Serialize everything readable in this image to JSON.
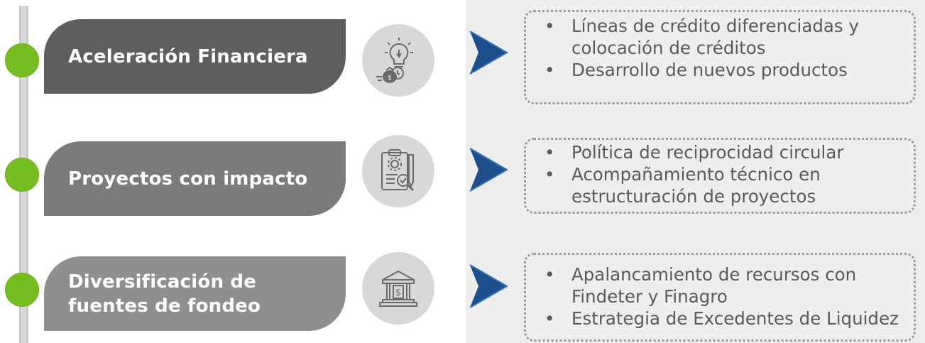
{
  "colors": {
    "pill_1": "#5e5e5e",
    "pill_2": "#7b7b7b",
    "pill_3": "#8f8f8f",
    "dot": "#76bd22",
    "chevron_fill": "#1f4e8c",
    "chevron_outline": "#2c70b8",
    "panel": "#eeeeef"
  },
  "rows": [
    {
      "title": "Aceleración Financiera",
      "icon": "lightbulb-money-icon",
      "bullets": [
        "Líneas de crédito diferenciadas y colocación de créditos",
        "Desarrollo de nuevos productos"
      ]
    },
    {
      "title": "Proyectos con impacto",
      "icon": "clipboard-analysis-icon",
      "bullets": [
        "Política de reciprocidad circular",
        "Acompañamiento técnico en estructuración de proyectos"
      ]
    },
    {
      "title_line1": "Diversificación de",
      "title_line2": "fuentes de fondeo",
      "icon": "bank-icon",
      "bullets": [
        "Apalancamiento de recursos con Findeter y Finagro",
        "Estrategia de Excedentes de Liquidez"
      ]
    }
  ]
}
